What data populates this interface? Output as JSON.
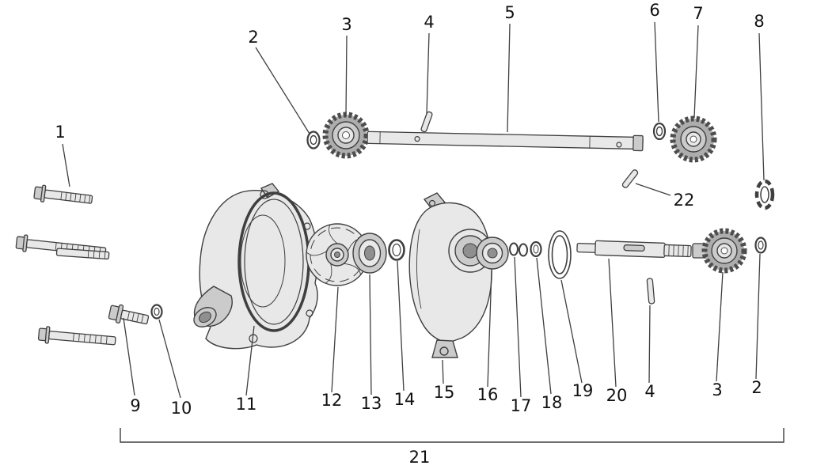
{
  "callouts": {
    "c1": "1",
    "c2": "2",
    "c3": "3",
    "c4": "4",
    "c5": "5",
    "c6": "6",
    "c7": "7",
    "c8": "8",
    "c9": "9",
    "c10": "10",
    "c11": "11",
    "c12": "12",
    "c13": "13",
    "c14": "14",
    "c15": "15",
    "c16": "16",
    "c17": "17",
    "c18": "18",
    "c19": "19",
    "c20": "20",
    "c21": "21",
    "c22": "22",
    "c2_dup": "2",
    "c3_dup": "3",
    "c4_dup": "4"
  },
  "colors": {
    "background": "#ffffff",
    "line": "#3f3f3f",
    "text": "#111111",
    "fill_light": "#e8e8e8",
    "fill_mid": "#cbcbcb",
    "gear": "#adadad",
    "gear_dark": "#4d4d4d"
  }
}
